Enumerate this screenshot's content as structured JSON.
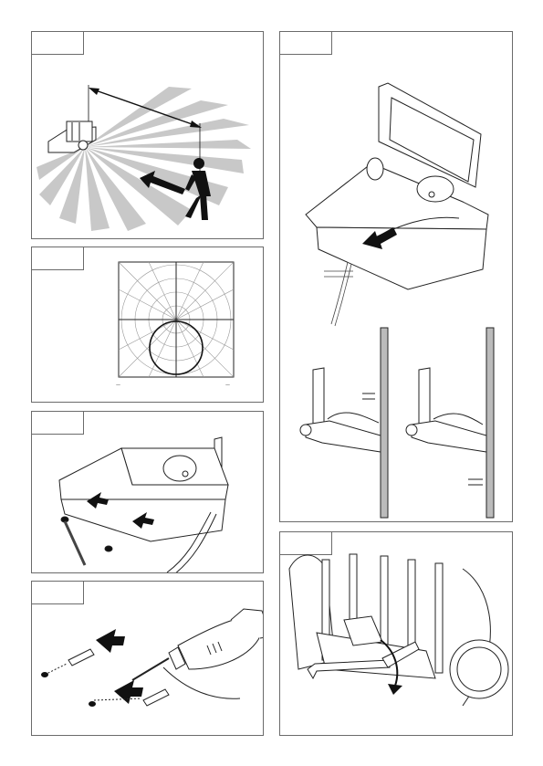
{
  "document": {
    "type": "installation-instructions",
    "panels": [
      {
        "id": "p1",
        "title": "",
        "subject": "detection-range"
      },
      {
        "id": "p2",
        "title": "",
        "subject": "polar-detection-diagram"
      },
      {
        "id": "p3",
        "title": "",
        "subject": "mounting-holes"
      },
      {
        "id": "p4",
        "title": "",
        "subject": "drilling-and-dowels"
      },
      {
        "id": "p5",
        "title": "",
        "subject": "cable-entry"
      },
      {
        "id": "p6",
        "title": "",
        "subject": "hex-key-adjustment"
      }
    ],
    "polar": {
      "tick_left": "—",
      "tick_right": "—"
    }
  }
}
